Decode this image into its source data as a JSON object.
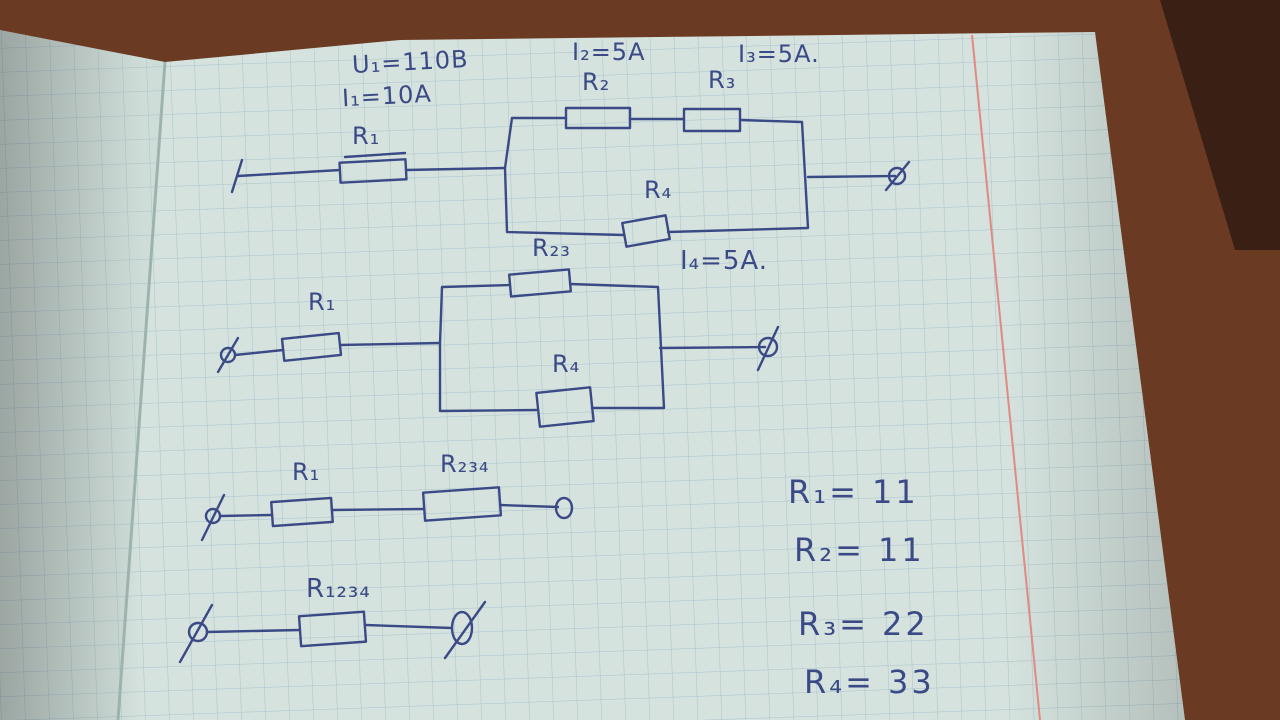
{
  "colors": {
    "ink": "#3b4a86",
    "paper": "#d5e2dd",
    "grid": "#a9c3cd",
    "margin_line": "#e08a84",
    "table": "#6b3a22"
  },
  "circuit_1": {
    "u1_label": "U₁=110В",
    "i1_label": "I₁=10A",
    "i2_label": "I₂=5A",
    "i3_label": "I₃=5A.",
    "i4_label": "I₄=5A.",
    "r1_label": "R₁",
    "r2_label": "R₂",
    "r3_label": "R₃",
    "r4_label": "R₄"
  },
  "circuit_2": {
    "r1_label": "R₁",
    "r23_label": "R₂₃",
    "r4_label": "R₄"
  },
  "circuit_3": {
    "r1_label": "R₁",
    "r234_label": "R₂₃₄"
  },
  "circuit_4": {
    "r1234_label": "R₁₂₃₄"
  },
  "values": [
    {
      "label": "R₁= 11"
    },
    {
      "label": "R₂= 11"
    },
    {
      "label": "R₃= 22"
    },
    {
      "label": "R₄= 33"
    }
  ]
}
